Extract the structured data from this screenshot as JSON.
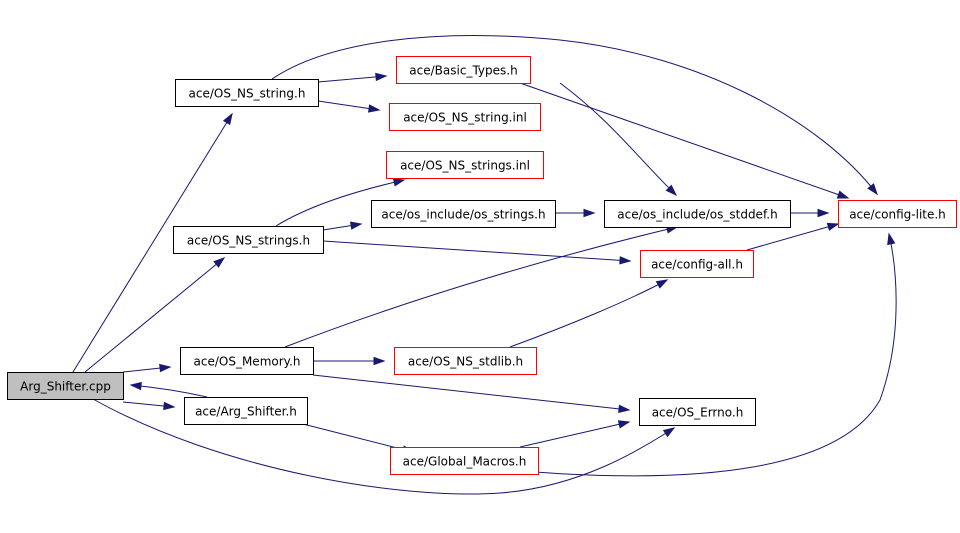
{
  "colors": {
    "edge": "#191970",
    "border_documented": "#000000",
    "border_undocumented": "#ff0000",
    "fill_root": "#bfbfbf",
    "fill_default": "#ffffff"
  },
  "nodes": [
    {
      "id": "arg_shifter_cpp",
      "label": "Arg_Shifter.cpp",
      "style": "root"
    },
    {
      "id": "os_ns_string_h",
      "label": "ace/OS_NS_string.h",
      "style": "documented"
    },
    {
      "id": "basic_types_h",
      "label": "ace/Basic_Types.h",
      "style": "undocumented"
    },
    {
      "id": "os_ns_string_inl",
      "label": "ace/OS_NS_string.inl",
      "style": "undocumented"
    },
    {
      "id": "os_ns_strings_inl",
      "label": "ace/OS_NS_strings.inl",
      "style": "undocumented"
    },
    {
      "id": "os_ns_strings_h",
      "label": "ace/OS_NS_strings.h",
      "style": "documented"
    },
    {
      "id": "os_include_os_strings_h",
      "label": "ace/os_include/os_strings.h",
      "style": "documented"
    },
    {
      "id": "os_include_os_stddef_h",
      "label": "ace/os_include/os_stddef.h",
      "style": "documented"
    },
    {
      "id": "config_lite_h",
      "label": "ace/config-lite.h",
      "style": "undocumented"
    },
    {
      "id": "config_all_h",
      "label": "ace/config-all.h",
      "style": "undocumented"
    },
    {
      "id": "os_memory_h",
      "label": "ace/OS_Memory.h",
      "style": "documented"
    },
    {
      "id": "os_ns_stdlib_h",
      "label": "ace/OS_NS_stdlib.h",
      "style": "undocumented"
    },
    {
      "id": "os_errno_h",
      "label": "ace/OS_Errno.h",
      "style": "documented"
    },
    {
      "id": "arg_shifter_h",
      "label": "ace/Arg_Shifter.h",
      "style": "documented"
    },
    {
      "id": "global_macros_h",
      "label": "ace/Global_Macros.h",
      "style": "undocumented"
    }
  ],
  "edges": [
    {
      "from": "arg_shifter_cpp",
      "to": "os_ns_string_h"
    },
    {
      "from": "arg_shifter_cpp",
      "to": "os_ns_strings_h"
    },
    {
      "from": "arg_shifter_cpp",
      "to": "os_memory_h"
    },
    {
      "from": "arg_shifter_cpp",
      "to": "arg_shifter_h"
    },
    {
      "from": "arg_shifter_cpp",
      "to": "os_errno_h"
    },
    {
      "from": "arg_shifter_h",
      "to": "arg_shifter_cpp"
    },
    {
      "from": "arg_shifter_h",
      "to": "global_macros_h"
    },
    {
      "from": "os_ns_string_h",
      "to": "basic_types_h"
    },
    {
      "from": "os_ns_string_h",
      "to": "os_ns_string_inl"
    },
    {
      "from": "os_ns_string_h",
      "to": "config_lite_h"
    },
    {
      "from": "basic_types_h",
      "to": "os_include_os_stddef_h"
    },
    {
      "from": "basic_types_h",
      "to": "config_lite_h"
    },
    {
      "from": "os_ns_strings_h",
      "to": "os_ns_strings_inl"
    },
    {
      "from": "os_ns_strings_h",
      "to": "os_include_os_strings_h"
    },
    {
      "from": "os_ns_strings_h",
      "to": "config_all_h"
    },
    {
      "from": "os_include_os_strings_h",
      "to": "os_include_os_stddef_h"
    },
    {
      "from": "os_include_os_stddef_h",
      "to": "config_lite_h"
    },
    {
      "from": "config_all_h",
      "to": "config_lite_h"
    },
    {
      "from": "os_memory_h",
      "to": "os_include_os_stddef_h"
    },
    {
      "from": "os_memory_h",
      "to": "os_ns_stdlib_h"
    },
    {
      "from": "os_memory_h",
      "to": "os_errno_h"
    },
    {
      "from": "os_ns_stdlib_h",
      "to": "config_all_h"
    },
    {
      "from": "global_macros_h",
      "to": "os_errno_h"
    },
    {
      "from": "global_macros_h",
      "to": "config_lite_h"
    }
  ]
}
